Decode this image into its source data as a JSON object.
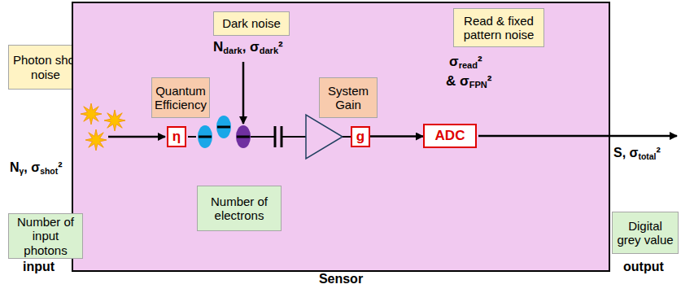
{
  "diagram": {
    "nodes": [
      {
        "text": [
          "Photon shot noise"
        ]
      },
      {
        "text": [
          "Sensor"
        ]
      },
      {
        "text": [
          "Quantum Efficiency"
        ],
        "in": 1
      },
      {
        "text": [
          "η"
        ],
        "in": 1
      },
      {
        "text": [
          "Dark noise"
        ],
        "in": 1
      },
      {
        "text": [
          "Number of electrons"
        ],
        "in": 1
      },
      {
        "text": [
          "System Gain"
        ],
        "in": 1
      },
      {
        "text": [
          "g"
        ],
        "in": 1
      },
      {
        "text": [
          "ADC"
        ],
        "in": 1
      },
      {
        "text": [
          "Read & fixed pattern noise"
        ],
        "in": 1
      },
      {
        "text": [
          "Number of input photons"
        ]
      },
      {
        "text": [
          "Digital grey value"
        ]
      }
    ],
    "edges": [
      {
        "from": 7,
        "to": 8,
        "arrow": "to"
      }
    ],
    "labels": [
      "Nγ, σshot²",
      "Ndark, σdark²",
      "σread²",
      "& σFPN²",
      "S, σtotal²",
      "input",
      "output"
    ]
  }
}
